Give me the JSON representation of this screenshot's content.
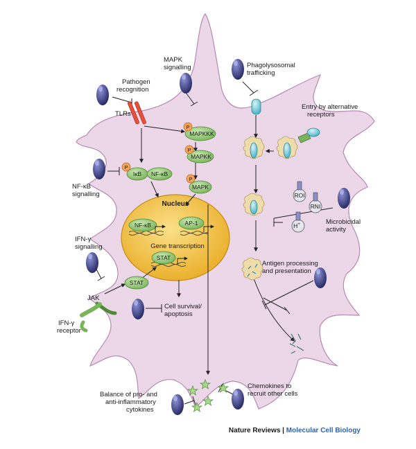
{
  "labels": {
    "pathogen_recognition": [
      "Pathogen",
      "recognition"
    ],
    "tlrs": "TLRs",
    "mapk_signalling": [
      "MAPK",
      "signalling"
    ],
    "phagolysosomal_trafficking": [
      "Phagolysosomal",
      "trafficking"
    ],
    "entry_alt": [
      "Entry by alternative",
      "receptors"
    ],
    "nfkb_signalling": [
      "NF-κB",
      "signalling"
    ],
    "ifng_signalling": [
      "IFN-γ",
      "signalling"
    ],
    "ifng_receptor": [
      "IFN-γ",
      "receptor"
    ],
    "jak": "JAK",
    "cell_survival": [
      "Cell survival/",
      "apoptosis"
    ],
    "microbicidal": [
      "Microbicidal",
      "activity"
    ],
    "antigen_processing": [
      "Antigen processing",
      "and presentation"
    ],
    "balance": [
      "Balance of pro- and",
      "anti-inflammatory",
      "cytokines"
    ],
    "chemokines": [
      "Chemokines to",
      "recruit other cells"
    ],
    "nucleus": "Nucleus",
    "gene_transcription": "Gene transcription"
  },
  "molecules": {
    "mapkkk": "MAPKKK",
    "mapkk": "MAPKK",
    "mapk": "MAPK",
    "ikb": "IκB",
    "nfkb": "NF-κB",
    "nfkb_nuc": "NF-κB",
    "ap1": "AP-1",
    "stat_nuc": "STAT",
    "stat": "STAT",
    "roi": "ROI",
    "rni": "RNI",
    "h": "H",
    "h_sup": "+",
    "p": "P"
  },
  "footer": {
    "journal": "Nature Reviews",
    "sep": " | ",
    "section": "Molecular Cell Biology"
  },
  "colors": {
    "cell": "#ecd7e9",
    "nucleus": "#f3c33a",
    "green": "#9fd07f",
    "phosph": "#f3a35a",
    "inhibitor": "#3b3f8c",
    "vacuole": "#efdcab"
  }
}
